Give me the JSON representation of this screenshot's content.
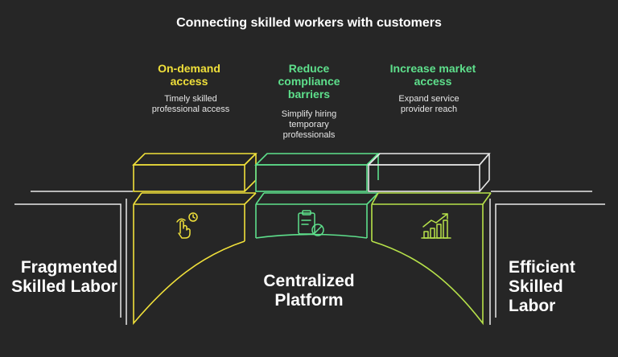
{
  "title": "Connecting skilled workers with customers",
  "colors": {
    "background": "#262626",
    "yellow": "#f0e03a",
    "green": "#5ee08c",
    "lime": "#b7e24a",
    "white": "#ffffff"
  },
  "benefits": [
    {
      "heading": "On-demand access",
      "description": "Timely skilled professional access",
      "icon": "hand-tap-clock-icon",
      "color": "#f0e03a"
    },
    {
      "heading": "Reduce compliance barriers",
      "description": "Simplify hiring temporary professionals",
      "icon": "clipboard-no-icon",
      "color": "#5ee08c"
    },
    {
      "heading": "Increase market access",
      "description": "Expand service provider reach",
      "icon": "growth-chart-icon",
      "color": "#b7e24a"
    }
  ],
  "left_label": "Fragmented Skilled Labor",
  "right_label": "Efficient Skilled Labor",
  "center_label": "Centralized Platform"
}
